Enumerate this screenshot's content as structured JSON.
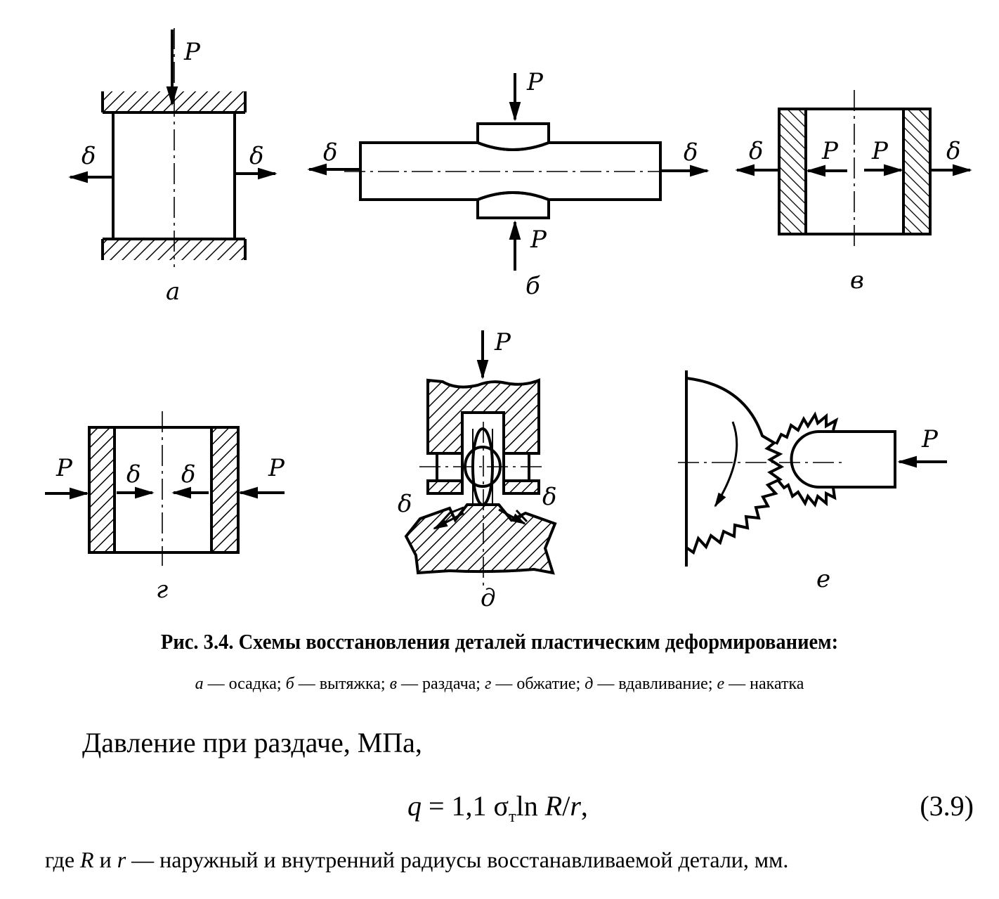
{
  "figure": {
    "labels": {
      "force": "P",
      "deformation": "δ",
      "a": "а",
      "b": "б",
      "v": "в",
      "g": "г",
      "d": "д",
      "e": "е"
    }
  },
  "caption": {
    "title": "Рис. 3.4. Схемы восстановления деталей пластическим деформированием:",
    "items": [
      {
        "letter": "а",
        "text": " — осадка; "
      },
      {
        "letter": "б",
        "text": " — вытяжка; "
      },
      {
        "letter": "в",
        "text": " — раздача; "
      },
      {
        "letter": "г",
        "text": " — обжатие; "
      },
      {
        "letter": "д",
        "text": " — вдавливание; "
      },
      {
        "letter": "е",
        "text": " — накатка"
      }
    ]
  },
  "body": {
    "intro": "Давление при раздаче, МПа,",
    "formula": {
      "lhs": "q",
      "eq": " = 1,1 σ",
      "sub": "т",
      "ln": "ln ",
      "R": "R",
      "slash": "/",
      "r": "r",
      "comma": ","
    },
    "equation_number": "(3.9)",
    "explanation": {
      "where": "где ",
      "R": "R",
      "and": " и  ",
      "r": "r",
      "rest": " — наружный и внутренний радиусы восстанавливаемой детали, мм."
    }
  }
}
